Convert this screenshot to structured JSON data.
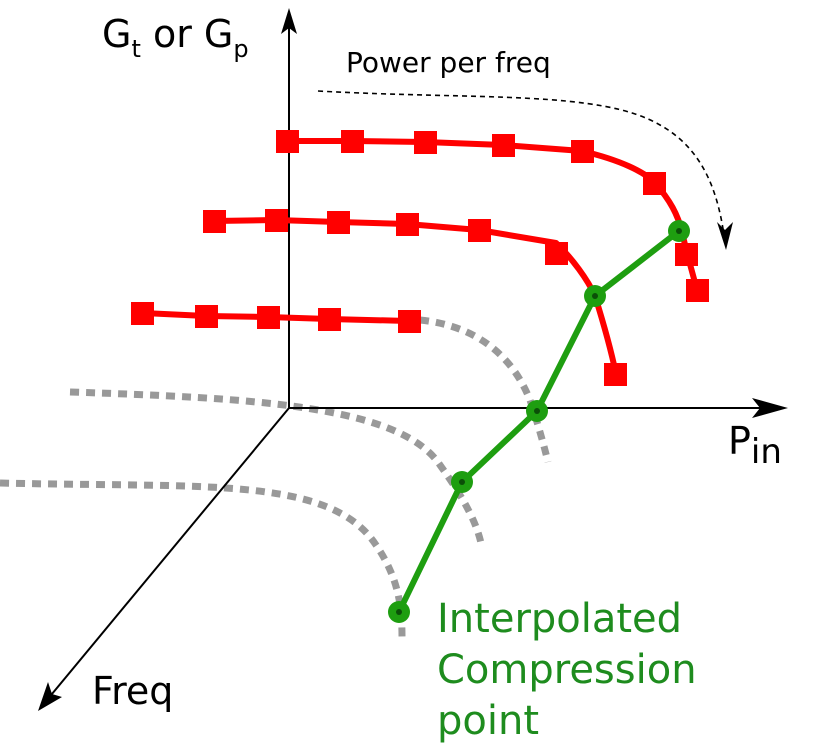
{
  "axes": {
    "y_label_main": "G",
    "y_label_sub_t": "t",
    "y_label_or": " or G",
    "y_label_sub_p": "p",
    "x_label_main": "P",
    "x_label_sub": "in",
    "z_label": "Freq"
  },
  "annotation": {
    "power_sweep_label": "Power per freq",
    "compression_line1": "Interpolated",
    "compression_line2": "Compression",
    "compression_line3": "point"
  },
  "colors": {
    "gain_curve": "#ff0000",
    "compression_curve": "#1e9e10",
    "compression_text": "#1e8c1e",
    "guide": "#999999",
    "axis": "#000000"
  }
}
